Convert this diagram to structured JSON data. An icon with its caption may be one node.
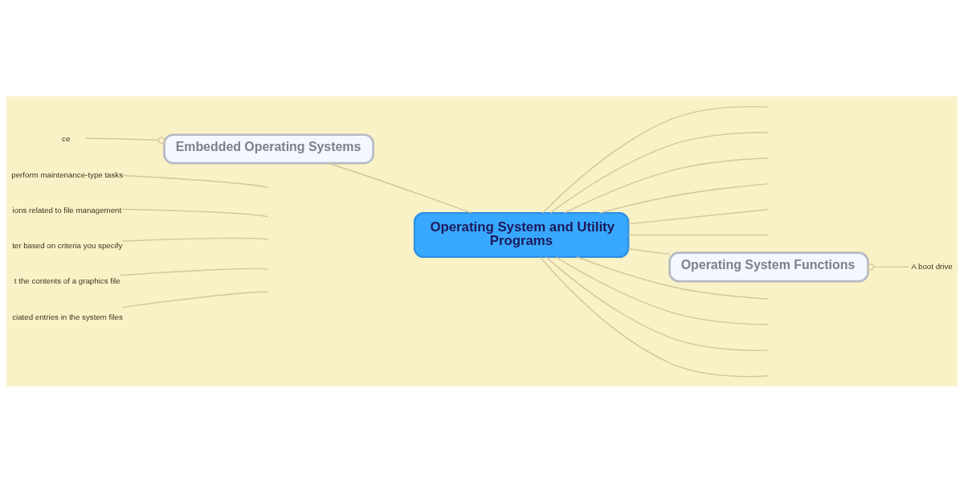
{
  "diagram": {
    "nodes": [
      {
        "text": [
          "Operating System and Utility Programs"
        ]
      },
      {
        "text": [
          "Embedded Operating Systems"
        ]
      },
      {
        "text": [
          "Operating System Functions"
        ]
      },
      {
        "text": [
          "ce"
        ]
      },
      {
        "text": [
          "perform maintenance-type tasks"
        ]
      },
      {
        "text": [
          "ions related to file management"
        ]
      },
      {
        "text": [
          "ter based on criteria you specify"
        ]
      },
      {
        "text": [
          "t the contents of a graphics file"
        ]
      },
      {
        "text": [
          "ciated entries in the system files"
        ]
      },
      {
        "text": [
          "A boot drive"
        ]
      }
    ],
    "edges": [
      {
        "from": 0,
        "to": null,
        "arrow": "none"
      },
      {
        "from": 0,
        "to": null,
        "arrow": "none"
      },
      {
        "from": 0,
        "to": null,
        "arrow": "none"
      },
      {
        "from": 0,
        "to": null,
        "arrow": "none"
      },
      {
        "from": 0,
        "to": null,
        "arrow": "none"
      },
      {
        "from": 0,
        "to": null,
        "arrow": "none"
      },
      {
        "from": 0,
        "to": 1,
        "arrow": "none"
      },
      {
        "from": 1,
        "to": 3,
        "arrow": "other"
      },
      {
        "from": 0,
        "to": 2,
        "arrow": "none"
      },
      {
        "from": 2,
        "to": 9,
        "arrow": "other"
      },
      {
        "from": null,
        "to": 4,
        "arrow": "none"
      },
      {
        "from": null,
        "to": 5,
        "arrow": "none"
      },
      {
        "from": null,
        "to": 6,
        "arrow": "none"
      },
      {
        "from": null,
        "to": 7,
        "arrow": "none"
      },
      {
        "from": null,
        "to": 8,
        "arrow": "none"
      },
      {
        "from": 0,
        "to": null,
        "arrow": "none"
      },
      {
        "from": 0,
        "to": null,
        "arrow": "none"
      },
      {
        "from": 0,
        "to": null,
        "arrow": "none"
      },
      {
        "from": 0,
        "to": null,
        "arrow": "none"
      }
    ]
  }
}
